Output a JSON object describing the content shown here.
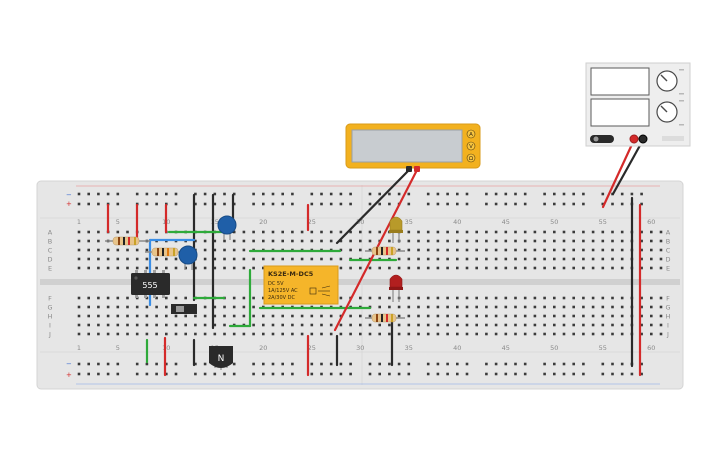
{
  "title": "",
  "breadboard": {
    "row_letters_top": [
      "A",
      "B",
      "C",
      "D",
      "E"
    ],
    "row_letters_bottom": [
      "F",
      "G",
      "H",
      "I",
      "J"
    ],
    "column_numbers": [
      "1",
      "5",
      "10",
      "15",
      "20",
      "25",
      "30",
      "35",
      "40",
      "45",
      "50",
      "55",
      "60"
    ]
  },
  "components": {
    "ic_label": "555",
    "relay": {
      "model": "KS2E-M-DC5",
      "line1": "DC 5V",
      "line2": "1A/125V AC",
      "line3": "2A/30V DC"
    },
    "transistor_label": "N",
    "multimeter": {
      "modes": [
        "A",
        "V",
        "Ω"
      ]
    }
  },
  "colors": {
    "wire_red": "#d42a2a",
    "wire_black": "#2a2a2a",
    "wire_green": "#2eaa3a",
    "wire_blue": "#3a8ee6",
    "multimeter_body": "#f2b11f",
    "led_yellow": "#b89a2a",
    "led_red": "#b21f1f",
    "capacitor": "#1f5fa8",
    "relay_body": "#f5b52a"
  }
}
